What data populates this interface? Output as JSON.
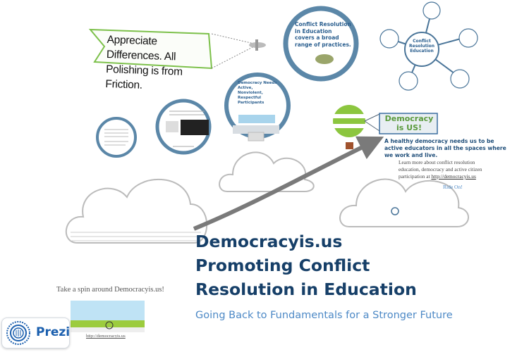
{
  "banner": {
    "text_line1": "Appreciate Differences. All",
    "text_line2": "Polishing is from Friction."
  },
  "circle_conflict": {
    "text": "Conflict Resolution in Education covers a broad range of practices."
  },
  "circle_democracy_needs": {
    "text": "Democracy Needs Active, Nonviolent, Respectful Participants"
  },
  "mindmap": {
    "center_label": "Conflict Resolution Education"
  },
  "balloon_sign": {
    "line1": "Democracy",
    "line2": "is US!"
  },
  "healthy_text": "A healthy democracy needs us to be active educators in all the spaces where we work and live.",
  "learn_text": "Learn more about conflict resolution education, democracy and active citizen participation at",
  "learn_link": "http://democracyis.us",
  "ride_on": "Ride On!",
  "title": {
    "line1": "Democracyis.us",
    "line2": "Promoting Conflict",
    "line3": "Resolution in Education"
  },
  "subtitle": "Going Back to Fundamentals for a Stronger Future",
  "spin": {
    "text": "Take a spin around Democracyis.us!",
    "link": "http://democracyis.us"
  },
  "prezi": {
    "label": "Prezi"
  },
  "icons": {
    "plane": "airplane-icon",
    "balloon": "balloon-icon",
    "logo": "prezi-logo-icon"
  },
  "colors": {
    "title": "#163f68",
    "subtitle": "#4d89c6",
    "circle_border": "#5b87a8",
    "accent_green": "#8cc63f",
    "arrow": "#7a7a7a"
  }
}
